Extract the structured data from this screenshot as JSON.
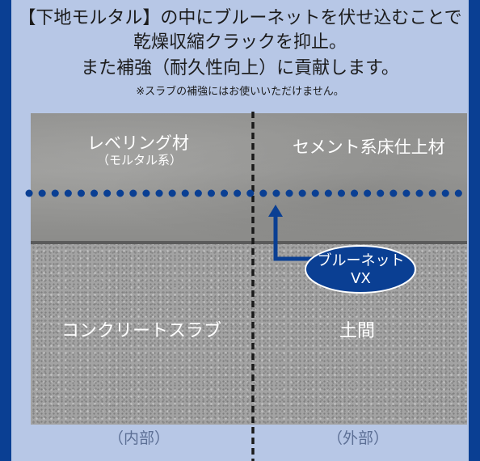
{
  "header": {
    "line1": "【下地モルタル】の中にブルーネットを伏せ込むことで",
    "line2": "乾燥収縮クラックを抑止。",
    "line3": "また補強（耐久性向上）に貢献します。",
    "note": "※スラブの補強にはお使いいただけません。"
  },
  "layers": {
    "leveling_material": "レベリング材",
    "leveling_material_sub": "（モルタル系）",
    "cement_finish": "セメント系床仕上材",
    "concrete_slab": "コンクリートスラブ",
    "doma": "土間"
  },
  "sides": {
    "inner": "（内部）",
    "outer": "（外部）"
  },
  "callout": {
    "line1": "ブルーネット",
    "line2": "VX"
  },
  "colors": {
    "frame": "#0a3f93",
    "panel": "#b7c7e6",
    "net_dots": "#0a3f93",
    "callout_fill": "#0a3f93",
    "divider": "#1a1a1a"
  }
}
